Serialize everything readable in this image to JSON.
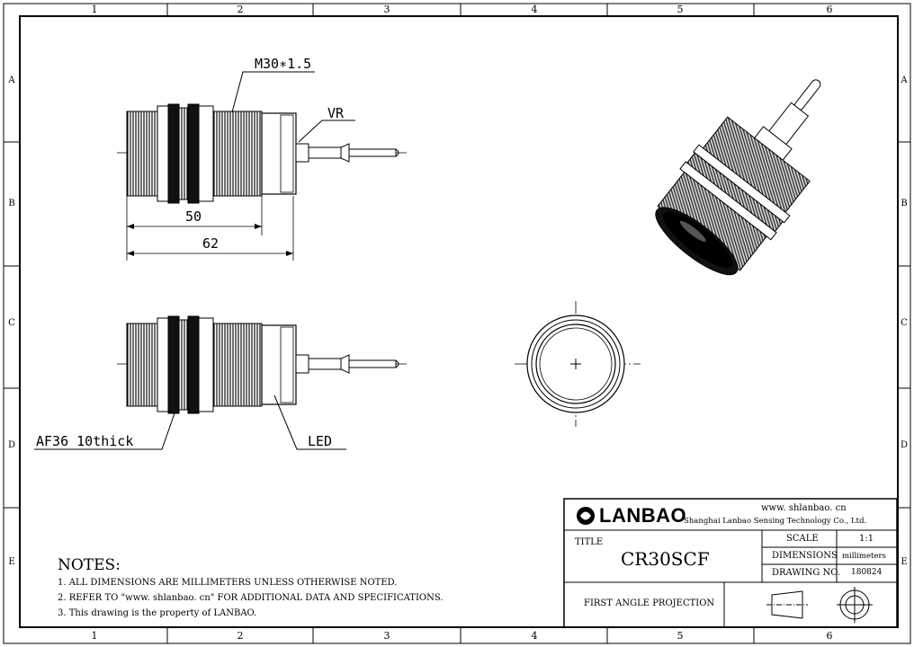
{
  "zones": {
    "columns": [
      "1",
      "2",
      "3",
      "4",
      "5",
      "6"
    ],
    "rows": [
      "A",
      "B",
      "C",
      "D",
      "E"
    ]
  },
  "callouts": {
    "thread": "M30∗1.5",
    "vr": "VR",
    "dim_50": "50",
    "dim_62": "62",
    "af36": "AF36 10thick",
    "led": "LED"
  },
  "notes": {
    "title": "NOTES:",
    "items": [
      "1. ALL DIMENSIONS ARE MILLIMETERS UNLESS OTHERWISE NOTED.",
      "2. REFER TO \"www. shlanbao. cn\" FOR ADDITIONAL DATA AND SPECIFICATIONS.",
      "3. This drawing is the property of LANBAO."
    ]
  },
  "title_block": {
    "brand": "LANBAO",
    "website": "www. shlanbao. cn",
    "company": "Shanghai Lanbao Sensing Technology Co., Ltd.",
    "title_label": "TITLE",
    "title_value": "CR30SCF",
    "scale_label": "SCALE",
    "scale_value": "1:1",
    "dimensions_label": "DIMENSIONS",
    "dimensions_value": "millimeters",
    "drawing_no_label": "DRAWING NO.",
    "drawing_no_value": "180824",
    "projection": "FIRST ANGLE PROJECTION"
  }
}
